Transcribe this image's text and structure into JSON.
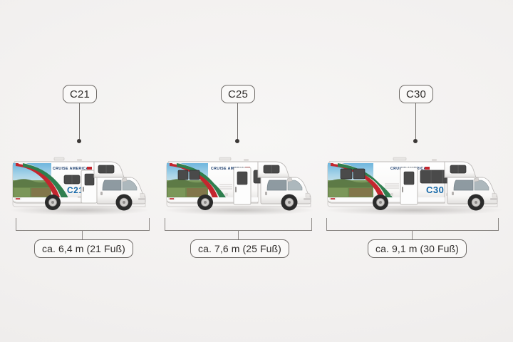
{
  "page": {
    "background_color": "#f2f0ef",
    "line_color": "#6f6b68",
    "bracket_color": "#8c8885",
    "brand_text": "CRUISE AMERICA",
    "brand_blue": "#1b3d6e",
    "brand_red": "#c4262e",
    "body_white": "#fbfbfb",
    "glass_color": "#4a4a4a"
  },
  "models": [
    {
      "id": "c21",
      "callout_label": "C21",
      "model_badge": "C21",
      "brand": "CRUISE AMERICA",
      "dimension_label": "ca. 6,4 m (21 Fuß)",
      "length_m": "6,4",
      "length_ft": "21"
    },
    {
      "id": "c25",
      "callout_label": "C25",
      "model_badge": "",
      "brand": "CRUISE AMERICA",
      "dimension_label": "ca. 7,6 m (25 Fuß)",
      "length_m": "7,6",
      "length_ft": "25"
    },
    {
      "id": "c30",
      "callout_label": "C30",
      "model_badge": "C30",
      "brand": "CRUISE AMERICA",
      "dimension_label": "ca. 9,1 m (30 Fuß)",
      "length_m": "9,1",
      "length_ft": "30"
    }
  ]
}
